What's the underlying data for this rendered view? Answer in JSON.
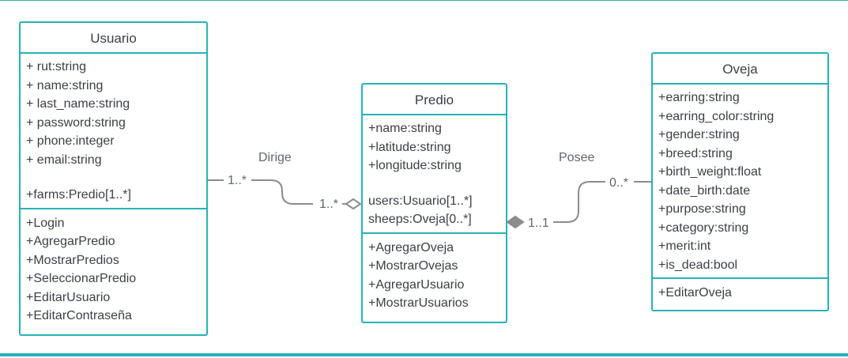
{
  "classes": {
    "usuario": {
      "name": "Usuario",
      "attributes": [
        "+ rut:string",
        "+ name:string",
        "+ last_name:string",
        "+ password:string",
        "+ phone:integer",
        "+ email:string"
      ],
      "relations": [
        "+farms:Predio[1..*]"
      ],
      "methods": [
        "+Login",
        "+AgregarPredio",
        "+MostrarPredios",
        "+SeleccionarPredio",
        "+EditarUsuario",
        "+EditarContraseña"
      ]
    },
    "predio": {
      "name": "Predio",
      "attributes": [
        "+name:string",
        "+latitude:string",
        "+longitude:string"
      ],
      "relations": [
        "users:Usuario[1..*]",
        "sheeps:Oveja[0..*]"
      ],
      "methods": [
        "+AgregarOveja",
        "+MostrarOvejas",
        "+AgregarUsuario",
        "+MostrarUsuarios"
      ]
    },
    "oveja": {
      "name": "Oveja",
      "attributes": [
        "+earring:string",
        "+earring_color:string",
        "+gender:string",
        "+breed:string",
        "+birth_weight:float",
        "+date_birth:date",
        "+purpose:string",
        "+category:string",
        "+merit:int",
        "+is_dead:bool"
      ],
      "methods": [
        "+EditarOveja"
      ]
    }
  },
  "associations": {
    "dirige": {
      "label": "Dirige",
      "source_multiplicity": "1..*",
      "target_multiplicity": "1..*",
      "target_end": "hollow-diamond"
    },
    "posee": {
      "label": "Posee",
      "source_multiplicity": "1..1",
      "target_multiplicity": "0..*",
      "source_end": "filled-diamond"
    }
  },
  "colors": {
    "border": "#25b3b8",
    "connector": "#8c8c8c",
    "text": "#3a3f47"
  }
}
